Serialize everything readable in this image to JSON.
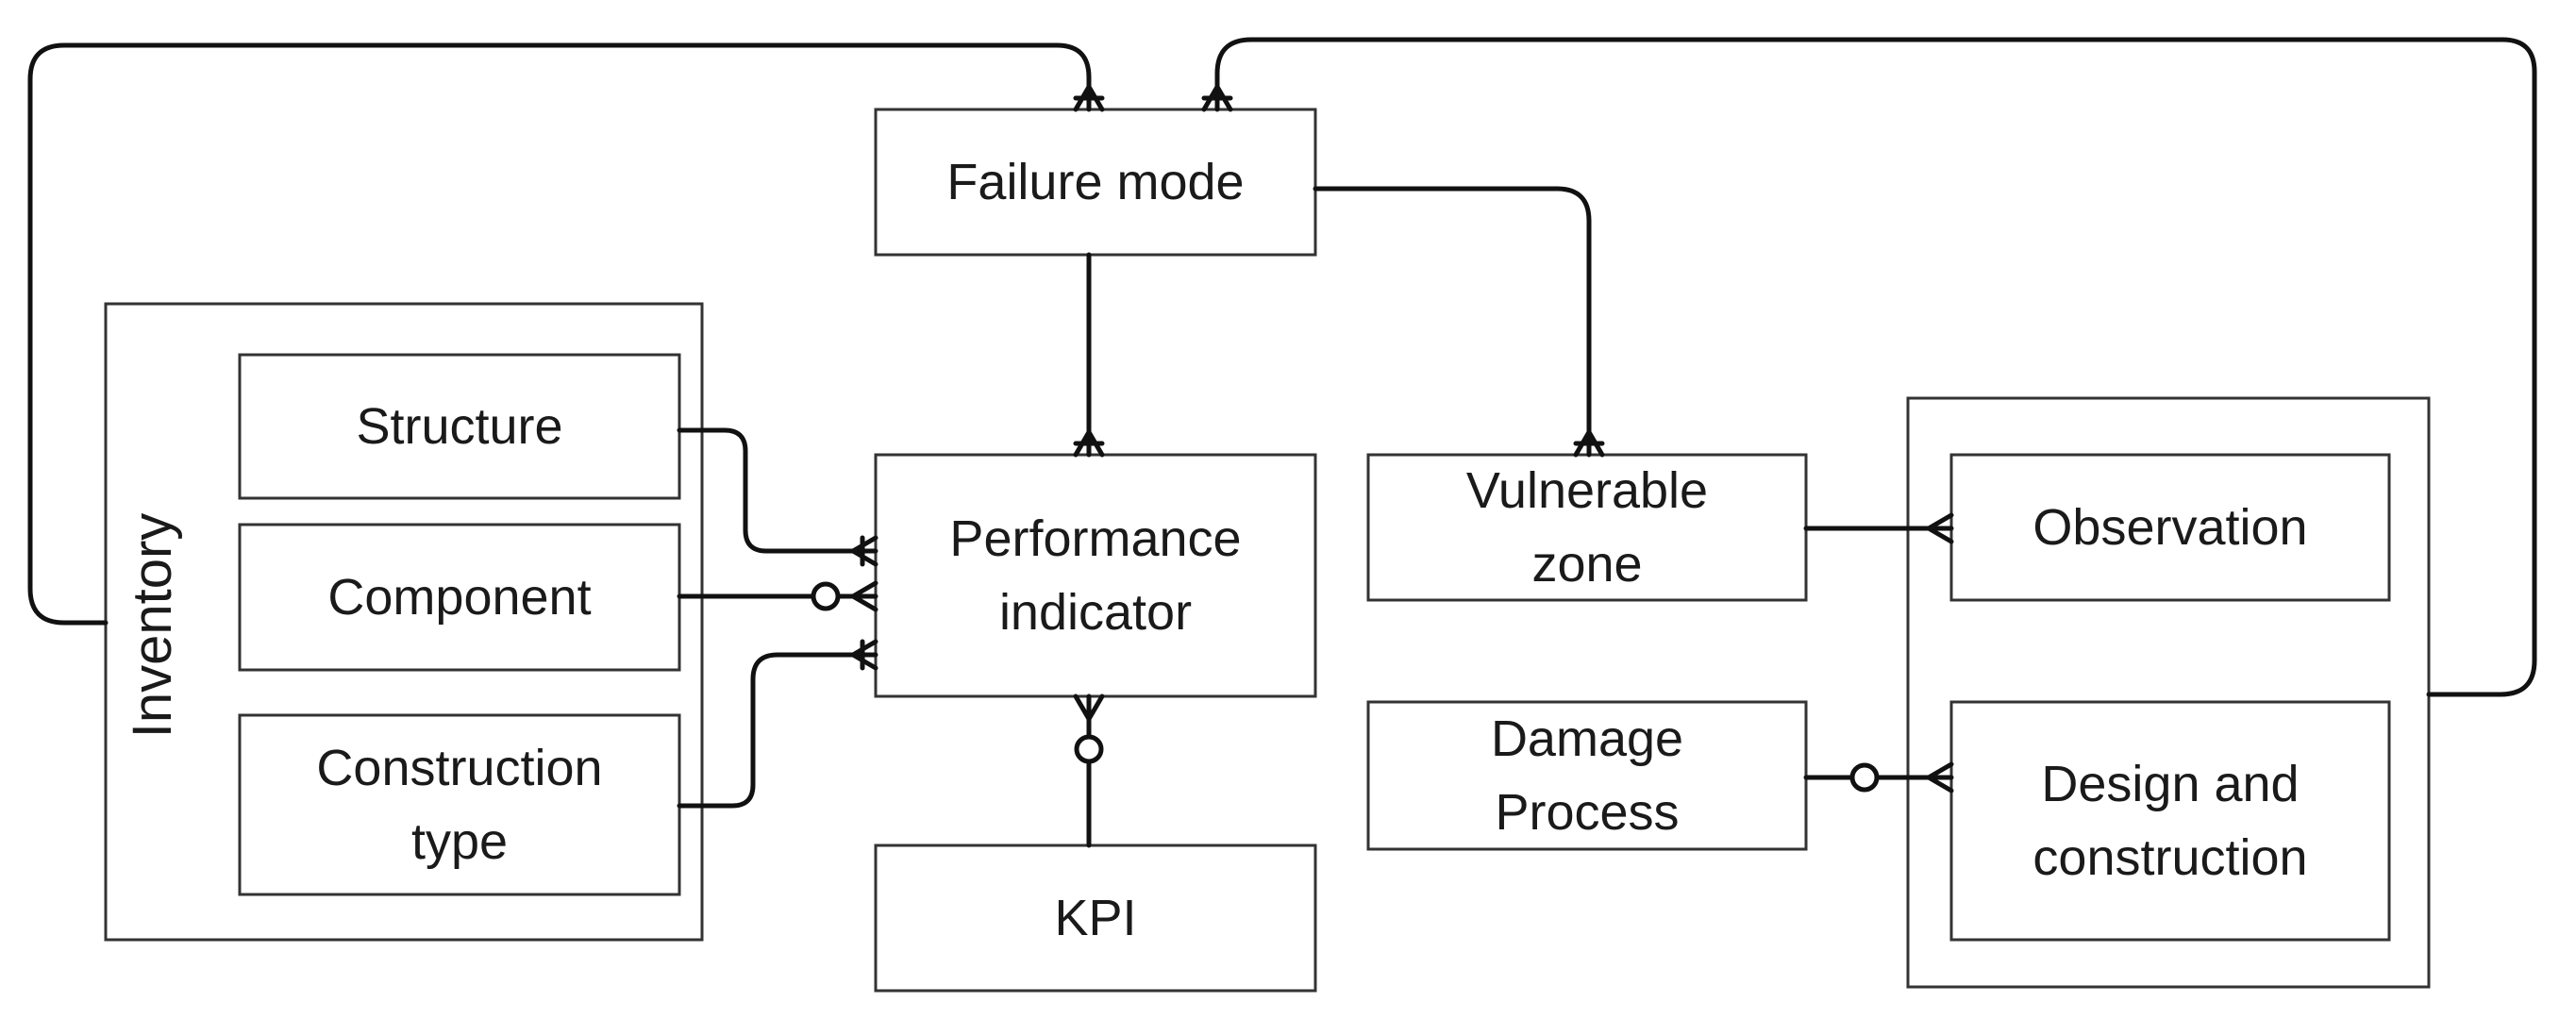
{
  "entities": {
    "failure_mode": "Failure mode",
    "structure": "Structure",
    "component": "Component",
    "construction_type": "Construction\ntype",
    "performance_indicator": "Performance\nindicator",
    "kpi": "KPI",
    "vulnerable_zone": "Vulnerable\nzone",
    "damage_process": "Damage\nProcess",
    "observation": "Observation",
    "design_and_construction": "Design and\nconstruction"
  },
  "groups": {
    "inventory": "Inventory"
  },
  "colors": {
    "line": "#111111",
    "box_border": "#333333",
    "background": "#ffffff"
  }
}
